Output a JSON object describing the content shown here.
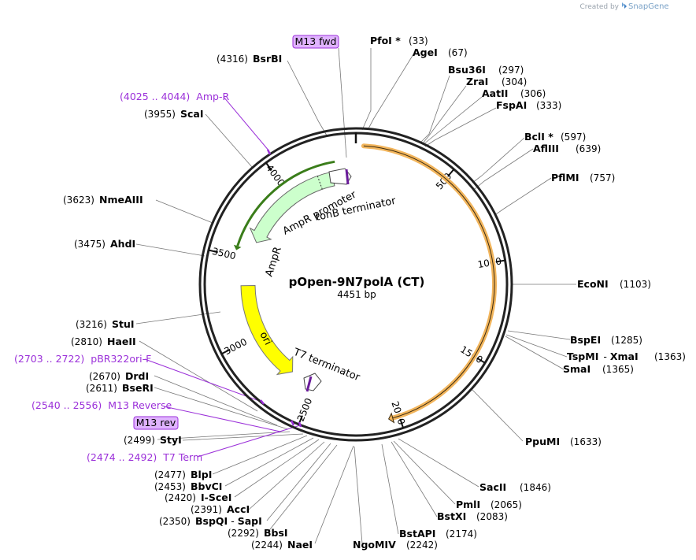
{
  "credit": {
    "prefix": "Created by",
    "brand": "SnapGene"
  },
  "plasmid": {
    "name": "pOpen-9N7polA (CT)",
    "size_label": "4451 bp",
    "length": 4451
  },
  "ticks": [
    "500",
    "1000",
    "1500",
    "2000",
    "2500",
    "3000",
    "3500",
    "4000"
  ],
  "sites": {
    "bsrbi": {
      "name": "BsrBI",
      "pos": "(4316)"
    },
    "pfoi": {
      "name": "PfoI *",
      "pos": "(33)"
    },
    "agei": {
      "name": "AgeI",
      "pos": "(67)"
    },
    "bsu36i": {
      "name": "Bsu36I",
      "pos": "(297)"
    },
    "zrai": {
      "name": "ZraI",
      "pos": "(304)"
    },
    "aatii": {
      "name": "AatII",
      "pos": "(306)"
    },
    "fspai": {
      "name": "FspAI",
      "pos": "(333)"
    },
    "bcli": {
      "name": "BclI *",
      "pos": "(597)"
    },
    "afliii": {
      "name": "AflIII",
      "pos": "(639)"
    },
    "pflmi": {
      "name": "PflMI",
      "pos": "(757)"
    },
    "econi": {
      "name": "EcoNI",
      "pos": "(1103)"
    },
    "bspei": {
      "name": "BspEI",
      "pos": "(1285)"
    },
    "tspmi": {
      "name": "TspMI",
      "sep": "-",
      "name2": "XmaI",
      "pos": "(1363)"
    },
    "smai": {
      "name": "SmaI",
      "pos": "(1365)"
    },
    "ppumi": {
      "name": "PpuMI",
      "pos": "(1633)"
    },
    "sacii": {
      "name": "SacII",
      "pos": "(1846)"
    },
    "pmli": {
      "name": "PmlI",
      "pos": "(2065)"
    },
    "bstxi": {
      "name": "BstXI",
      "pos": "(2083)"
    },
    "bstapi": {
      "name": "BstAPI",
      "pos": "(2174)"
    },
    "ngomiv": {
      "name": "NgoMIV",
      "pos": "(2242)"
    },
    "naei": {
      "name": "NaeI",
      "pos": "(2244)"
    },
    "bbsi": {
      "name": "BbsI",
      "pos": "(2292)"
    },
    "bspqi": {
      "name": "BspQI",
      "sep": "-",
      "name2": "SapI",
      "pos": "(2350)"
    },
    "acci": {
      "name": "AccI",
      "pos": "(2391)"
    },
    "iscei": {
      "name": "I-SceI",
      "pos": "(2420)"
    },
    "bbvci": {
      "name": "BbvCI",
      "pos": "(2453)"
    },
    "blpi": {
      "name": "BlpI",
      "pos": "(2477)"
    },
    "styi": {
      "name": "StyI",
      "pos": "(2499)"
    },
    "bseri": {
      "name": "BseRI",
      "pos": "(2611)"
    },
    "drdi": {
      "name": "DrdI",
      "pos": "(2670)"
    },
    "haeii": {
      "name": "HaeII",
      "pos": "(2810)"
    },
    "stui": {
      "name": "StuI",
      "pos": "(3216)"
    },
    "ahdi": {
      "name": "AhdI",
      "pos": "(3475)"
    },
    "nmeaiii": {
      "name": "NmeAIII",
      "pos": "(3623)"
    },
    "scai": {
      "name": "ScaI",
      "pos": "(3955)"
    }
  },
  "features_text": {
    "ampr_primer": {
      "range": "(4025 .. 4044)",
      "name": "Amp-R"
    },
    "pbr322": {
      "range": "(2703 .. 2722)",
      "name": "pBR322ori-F"
    },
    "m13_reverse": {
      "range": "(2540 .. 2556)",
      "name": "M13 Reverse"
    },
    "t7_term": {
      "range": "(2474 .. 2492)",
      "name": "T7 Term"
    }
  },
  "primer_boxes": {
    "m13_fwd": "M13 fwd",
    "m13_rev": "M13 rev"
  },
  "arc_features": {
    "ampr_promoter": "AmpR promoter",
    "tonb": "tonB terminator",
    "ampr": "AmpR",
    "ori": "ori",
    "t7_terminator": "T7 terminator"
  },
  "colors": {
    "primer_fill": "#e0b3ff",
    "primer_stroke": "#9b30d9",
    "feature_text": "#9b30d9",
    "ori": "#ffff00",
    "ampr": "#ccffcc",
    "orange_arc": "#f2b55c",
    "green_arc": "#3a7d1a"
  }
}
